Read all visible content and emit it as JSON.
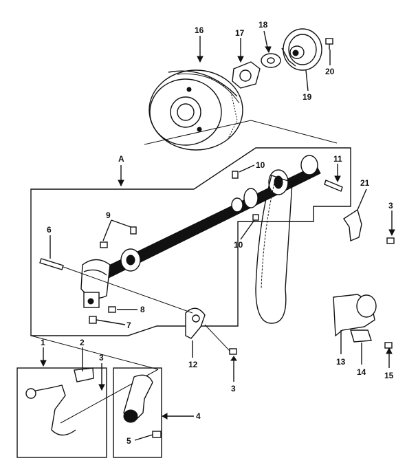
{
  "diagram": {
    "labels": {
      "part_1": "1",
      "part_2": "2",
      "part_3a": "3",
      "part_3b": "3",
      "part_3c": "3",
      "part_4": "4",
      "part_5": "5",
      "part_6": "6",
      "part_7": "7",
      "part_8": "8",
      "part_9": "9",
      "part_10a": "10",
      "part_10b": "10",
      "part_11": "11",
      "part_12": "12",
      "part_13": "13",
      "part_14": "14",
      "part_15": "15",
      "part_16": "16",
      "part_17": "17",
      "part_18": "18",
      "part_19": "19",
      "part_20": "20",
      "part_21": "21",
      "assembly_a": "A"
    }
  }
}
